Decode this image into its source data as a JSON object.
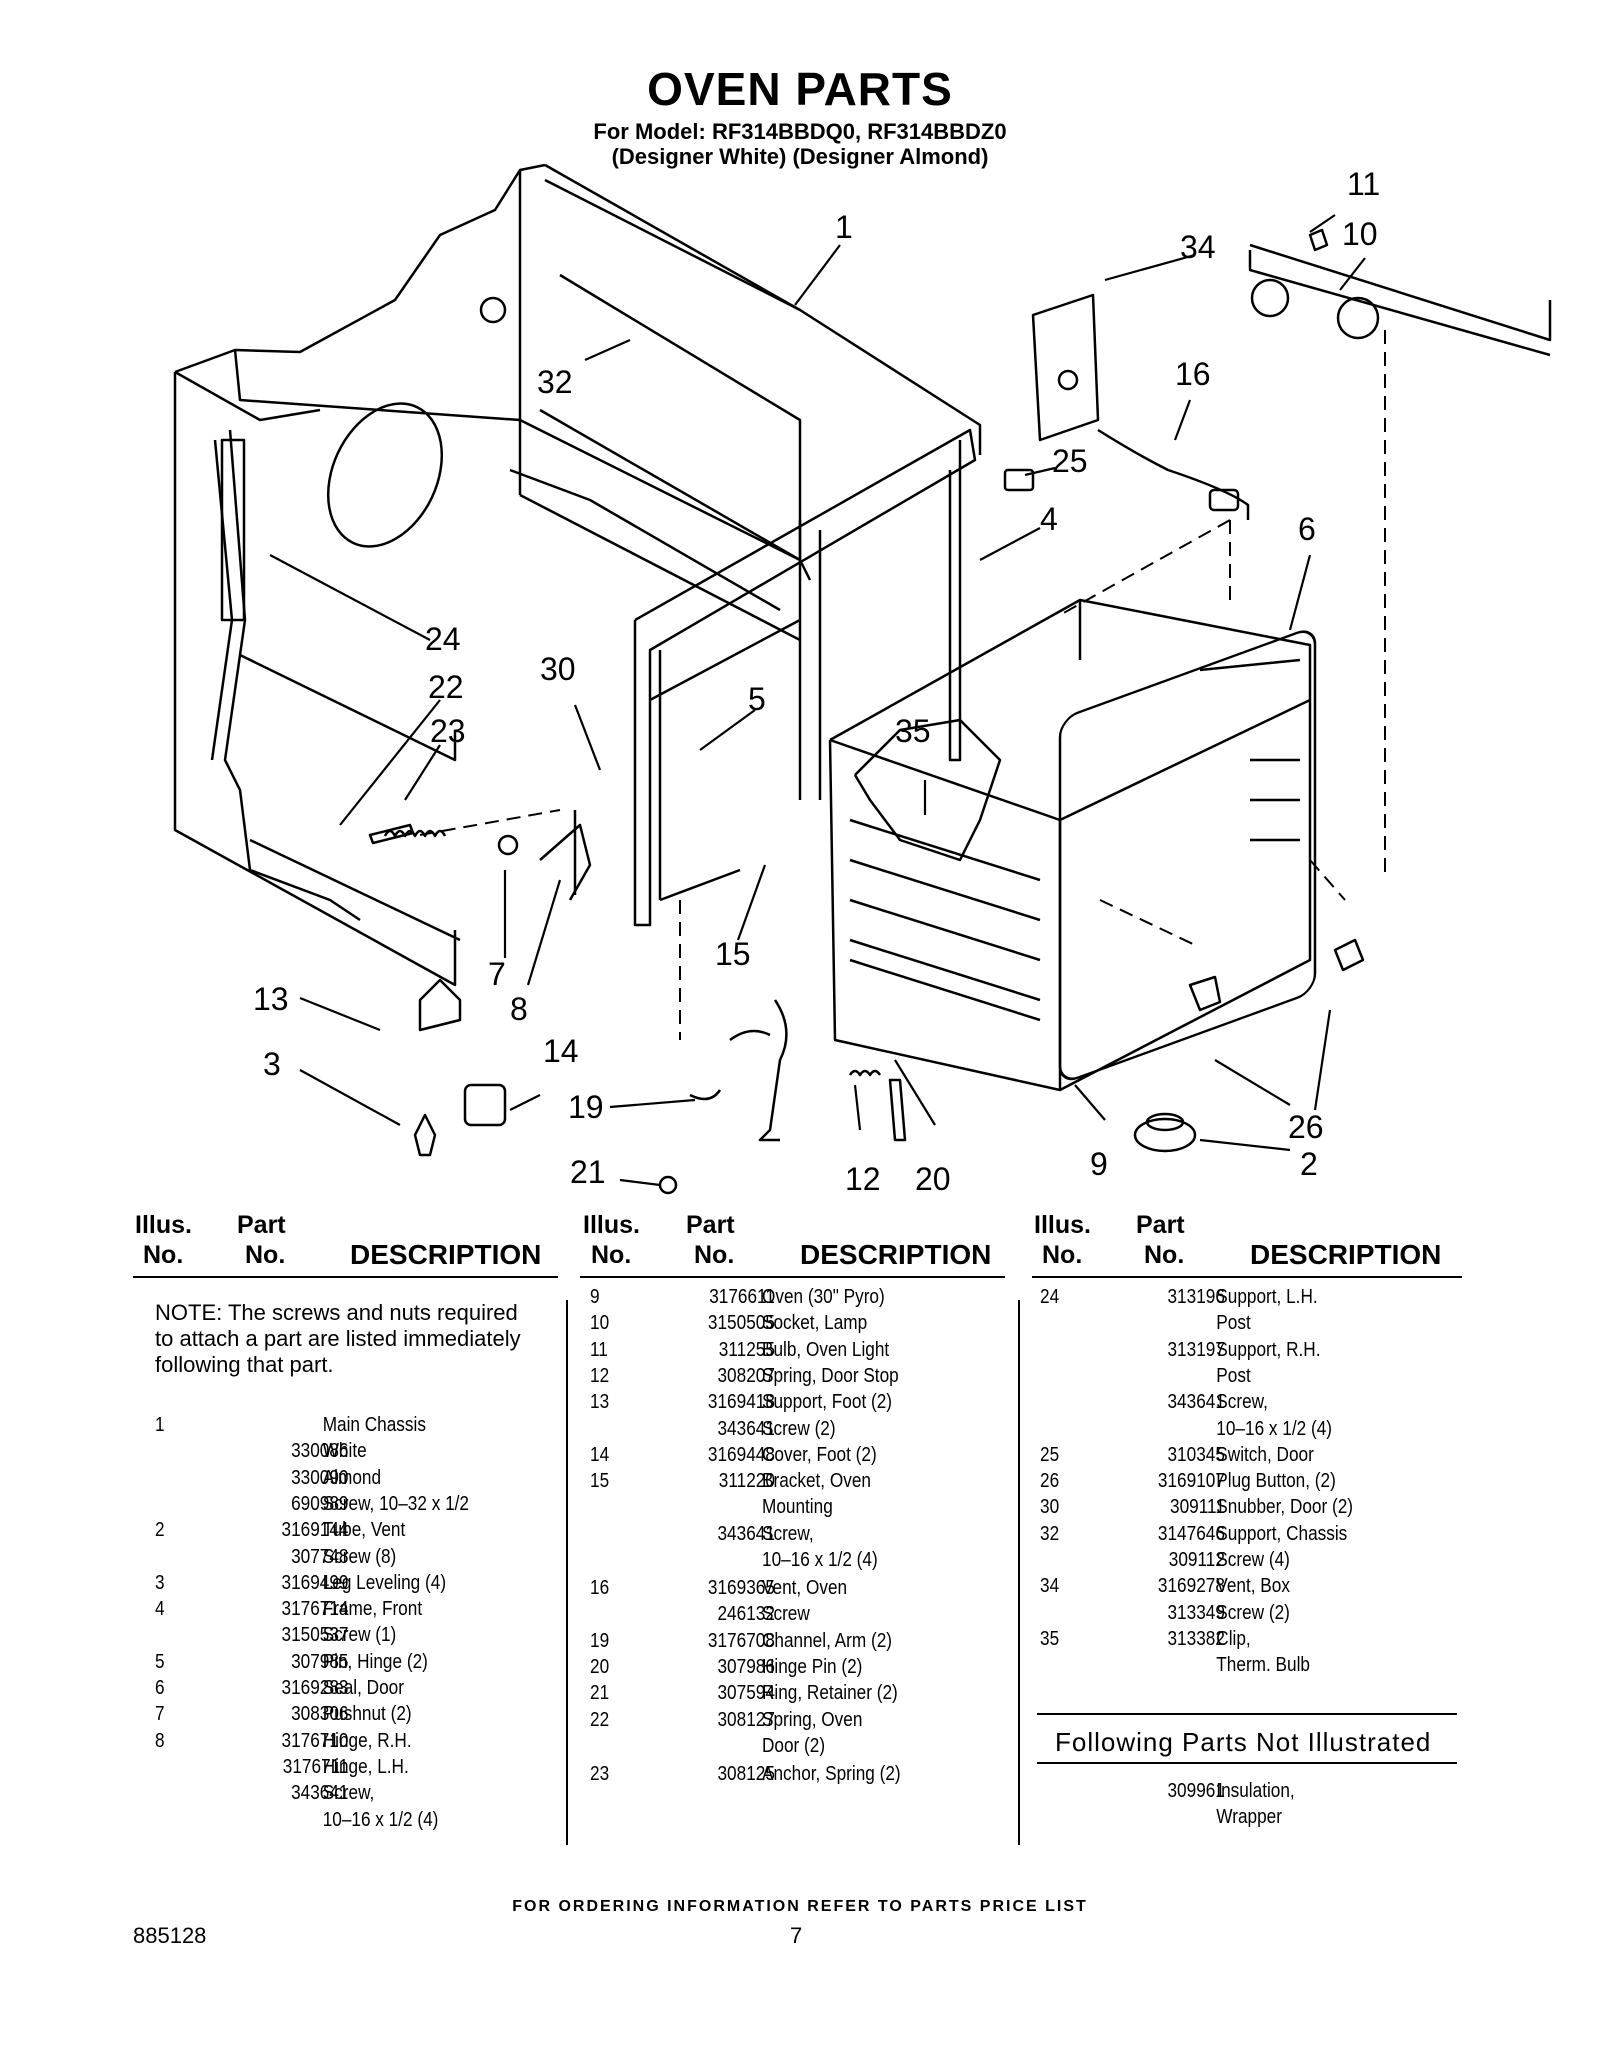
{
  "header": {
    "title": "OVEN PARTS",
    "model_line": "For Model: RF314BBDQ0, RF314BBDZ0",
    "color_line": "(Designer White) (Designer Almond)"
  },
  "diagram": {
    "callouts": [
      "1",
      "2",
      "3",
      "4",
      "5",
      "6",
      "7",
      "8",
      "9",
      "10",
      "11",
      "12",
      "13",
      "14",
      "15",
      "16",
      "19",
      "20",
      "21",
      "22",
      "23",
      "24",
      "25",
      "26",
      "30",
      "32",
      "34",
      "35"
    ]
  },
  "table": {
    "headers": {
      "illus_line1": "Illus.",
      "illus_line2": "No.",
      "part_line1": "Part",
      "part_line2": "No.",
      "description": "DESCRIPTION"
    },
    "note": "NOTE: The screws and nuts required to attach a part are listed immediately following that part.",
    "column1": [
      {
        "illus": "1",
        "part": "",
        "desc": "Main Chassis"
      },
      {
        "illus": "",
        "part": "330086",
        "desc": "White"
      },
      {
        "illus": "",
        "part": "330090",
        "desc": "Almond"
      },
      {
        "illus": "",
        "part": "690989",
        "desc": "Screw, 10–32 x 1/2"
      },
      {
        "illus": "2",
        "part": "3169144",
        "desc": "Tube, Vent"
      },
      {
        "illus": "",
        "part": "307748",
        "desc": "Screw (8)"
      },
      {
        "illus": "3",
        "part": "3169499",
        "desc": "Leg Leveling (4)"
      },
      {
        "illus": "4",
        "part": "3176714",
        "desc": "Frame, Front"
      },
      {
        "illus": "",
        "part": "3150537",
        "desc": "Screw (1)"
      },
      {
        "illus": "5",
        "part": "307985",
        "desc": "Pin, Hinge (2)"
      },
      {
        "illus": "6",
        "part": "3169283",
        "desc": "Seal, Door"
      },
      {
        "illus": "7",
        "part": "308306",
        "desc": "Pushnut (2)"
      },
      {
        "illus": "8",
        "part": "3176710",
        "desc": "Hinge, R.H."
      },
      {
        "illus": "",
        "part": "3176711",
        "desc": "Hinge, L.H."
      },
      {
        "illus": "",
        "part": "343641",
        "desc": "Screw,"
      },
      {
        "illus": "",
        "part": "",
        "desc": "10–16 x 1/2 (4)"
      }
    ],
    "column2": [
      {
        "illus": "9",
        "part": "3176611",
        "desc": "Oven (30\" Pyro)"
      },
      {
        "illus": "10",
        "part": "3150505",
        "desc": "Socket, Lamp"
      },
      {
        "illus": "11",
        "part": "311255",
        "desc": "Bulb, Oven Light"
      },
      {
        "illus": "12",
        "part": "308207",
        "desc": "Spring, Door Stop"
      },
      {
        "illus": "13",
        "part": "3169418",
        "desc": "Support, Foot (2)"
      },
      {
        "illus": "",
        "part": "343641",
        "desc": "Screw (2)"
      },
      {
        "illus": "14",
        "part": "3169448",
        "desc": "Cover, Foot (2)"
      },
      {
        "illus": "15",
        "part": "311220",
        "desc": "Bracket, Oven"
      },
      {
        "illus": "",
        "part": "",
        "desc": "Mounting"
      },
      {
        "illus": "",
        "part": "343641",
        "desc": "Screw,"
      },
      {
        "illus": "",
        "part": "",
        "desc": "10–16 x 1/2 (4)"
      },
      {
        "illus": "16",
        "part": "3169365",
        "desc": "Vent, Oven"
      },
      {
        "illus": "",
        "part": "246132",
        "desc": "Screw"
      },
      {
        "illus": "19",
        "part": "3176708",
        "desc": "Channel, Arm (2)"
      },
      {
        "illus": "20",
        "part": "307986",
        "desc": "Hinge Pin (2)"
      },
      {
        "illus": "21",
        "part": "307594",
        "desc": "Ring, Retainer (2)"
      },
      {
        "illus": "22",
        "part": "308127",
        "desc": "Spring, Oven"
      },
      {
        "illus": "",
        "part": "",
        "desc": "Door (2)"
      },
      {
        "illus": "23",
        "part": "308125",
        "desc": "Anchor, Spring (2)"
      }
    ],
    "column3": [
      {
        "illus": "24",
        "part": "313196",
        "desc": "Support, L.H."
      },
      {
        "illus": "",
        "part": "",
        "desc": "Post"
      },
      {
        "illus": "",
        "part": "313197",
        "desc": "Support, R.H."
      },
      {
        "illus": "",
        "part": "",
        "desc": "Post"
      },
      {
        "illus": "",
        "part": "343641",
        "desc": "Screw,"
      },
      {
        "illus": "",
        "part": "",
        "desc": "10–16 x 1/2 (4)"
      },
      {
        "illus": "25",
        "part": "310345",
        "desc": "Switch, Door"
      },
      {
        "illus": "26",
        "part": "3169107",
        "desc": "Plug Button, (2)"
      },
      {
        "illus": "30",
        "part": "309111",
        "desc": "Snubber, Door (2)"
      },
      {
        "illus": "32",
        "part": "3147646",
        "desc": "Support, Chassis"
      },
      {
        "illus": "",
        "part": "309112",
        "desc": "Screw (4)"
      },
      {
        "illus": "34",
        "part": "3169278",
        "desc": "Vent, Box"
      },
      {
        "illus": "",
        "part": "313349",
        "desc": "Screw (2)"
      },
      {
        "illus": "35",
        "part": "313382",
        "desc": "Clip,"
      },
      {
        "illus": "",
        "part": "",
        "desc": "Therm. Bulb"
      }
    ],
    "not_illustrated_title": "Following Parts Not Illustrated",
    "not_illustrated": [
      {
        "illus": "",
        "part": "309961",
        "desc": "Insulation,"
      },
      {
        "illus": "",
        "part": "",
        "desc": "Wrapper"
      }
    ]
  },
  "footer": {
    "ordering_note": "FOR ORDERING INFORMATION REFER TO PARTS PRICE LIST",
    "doc_number": "885128",
    "page_number": "7"
  }
}
